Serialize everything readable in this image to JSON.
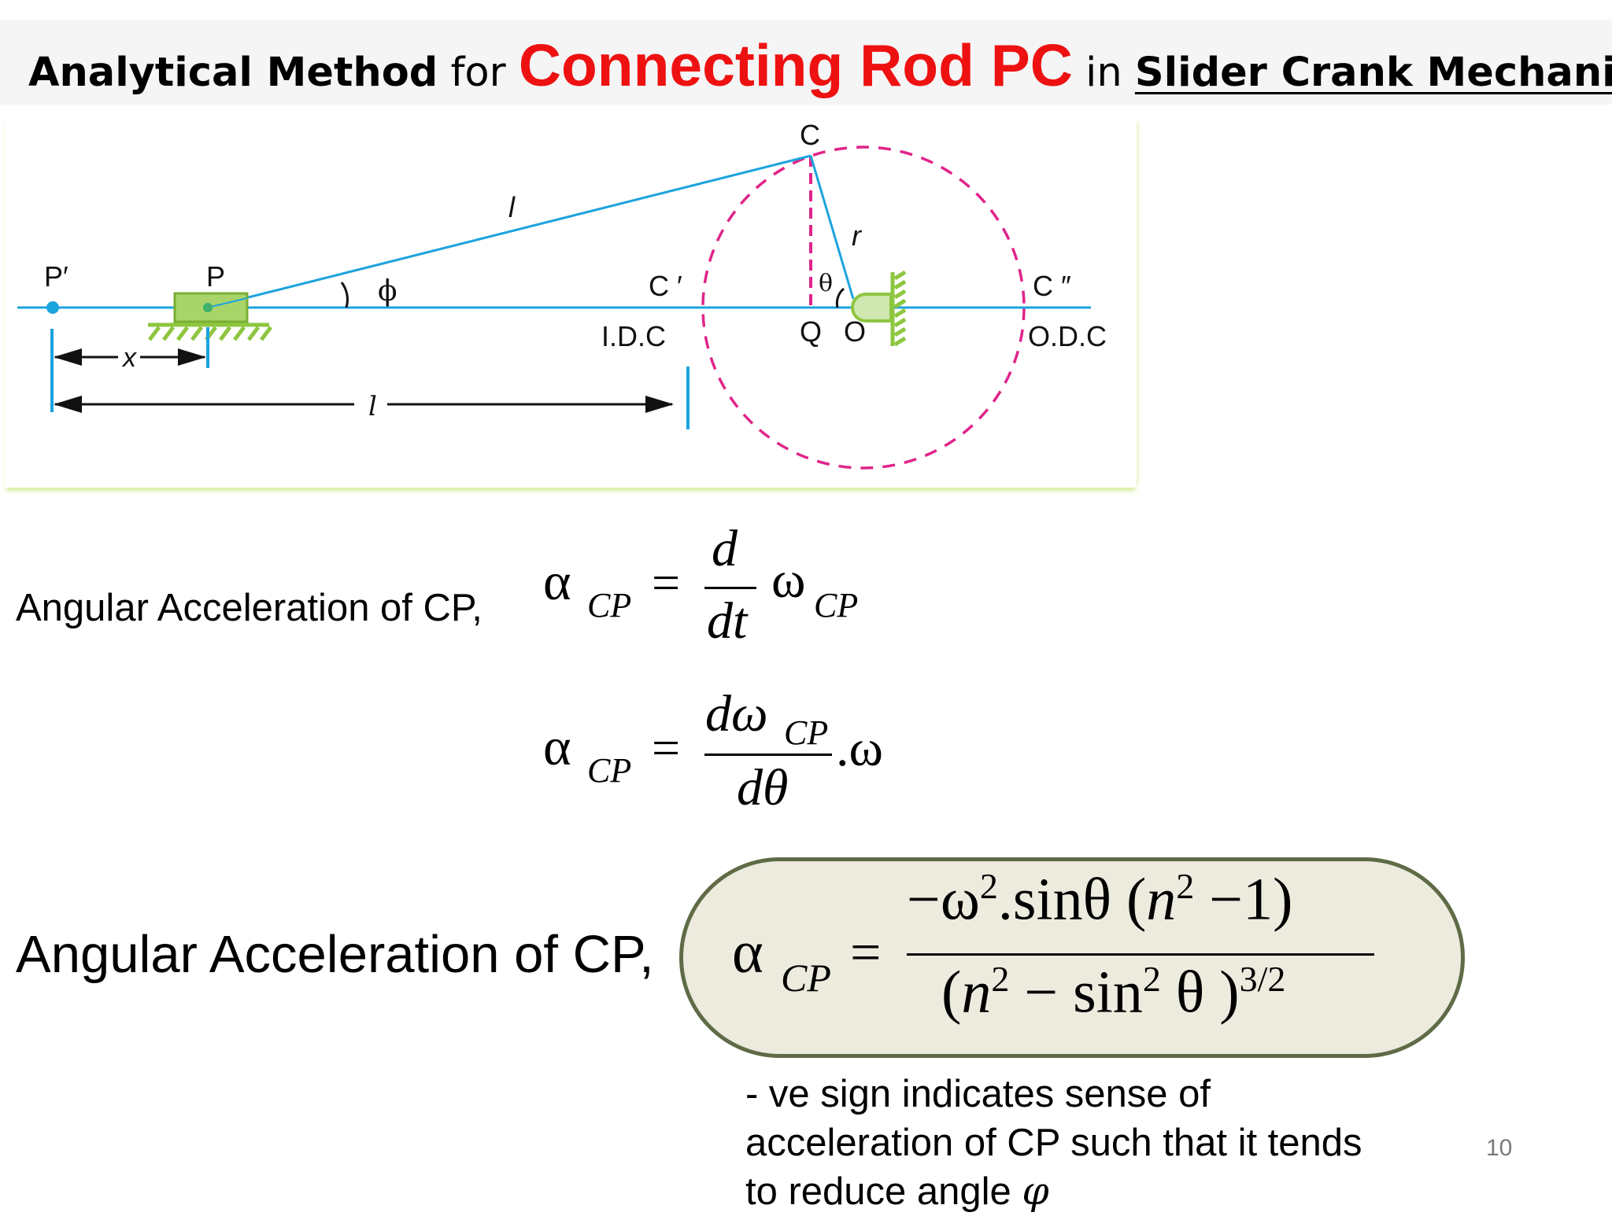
{
  "title": {
    "part1": "Analytical Method",
    "part2": "for",
    "part3": "Connecting Rod PC",
    "part4": "in",
    "part5": "Slider Crank Mechanism"
  },
  "diagram": {
    "labels": {
      "P_prime": "P′",
      "P": "P",
      "l_rod": "l",
      "phi": "ϕ",
      "C": "C",
      "r": "r",
      "theta": "θ",
      "C_prime": "C ′",
      "C_double_prime": "C ″",
      "idc": "I.D.C",
      "odc": "O.D.C",
      "Q": "Q",
      "O": "O",
      "x": "x",
      "l_stroke": "l"
    },
    "colors": {
      "line": "#1ba3dd",
      "circle": "#e0248a",
      "slider": "#8dc63f",
      "arrow": "#111111"
    }
  },
  "equations": {
    "label1": "Angular Acceleration of CP,",
    "eq1": {
      "lhs": "α",
      "lhs_sub": "CP",
      "equals": "=",
      "num": "d",
      "den": "dt",
      "rhs": "ω",
      "rhs_sub": "CP"
    },
    "eq2": {
      "lhs": "α",
      "lhs_sub": "CP",
      "equals": "=",
      "num": "dω",
      "num_sub": "CP",
      "den": "dθ",
      "rhs": ".ω"
    },
    "label2": "Angular Acceleration of CP,",
    "eq3": {
      "lhs": "α",
      "lhs_sub": "CP",
      "equals": "=",
      "num_a": "−ω",
      "num_sup1": "2",
      "num_b": ".sinθ (",
      "num_n": "n",
      "num_sup2": "2",
      "num_c": " −1)",
      "den_a": "(",
      "den_n": "n",
      "den_sup1": "2",
      "den_b": " − sin",
      "den_sup2": "2",
      "den_c": " θ )",
      "den_sup3": "3/2"
    }
  },
  "note": {
    "line1": "- ve sign indicates sense of",
    "line2": "acceleration of CP such that it tends",
    "line3": "to reduce angle ",
    "symbol": "φ"
  },
  "page_number": "10"
}
